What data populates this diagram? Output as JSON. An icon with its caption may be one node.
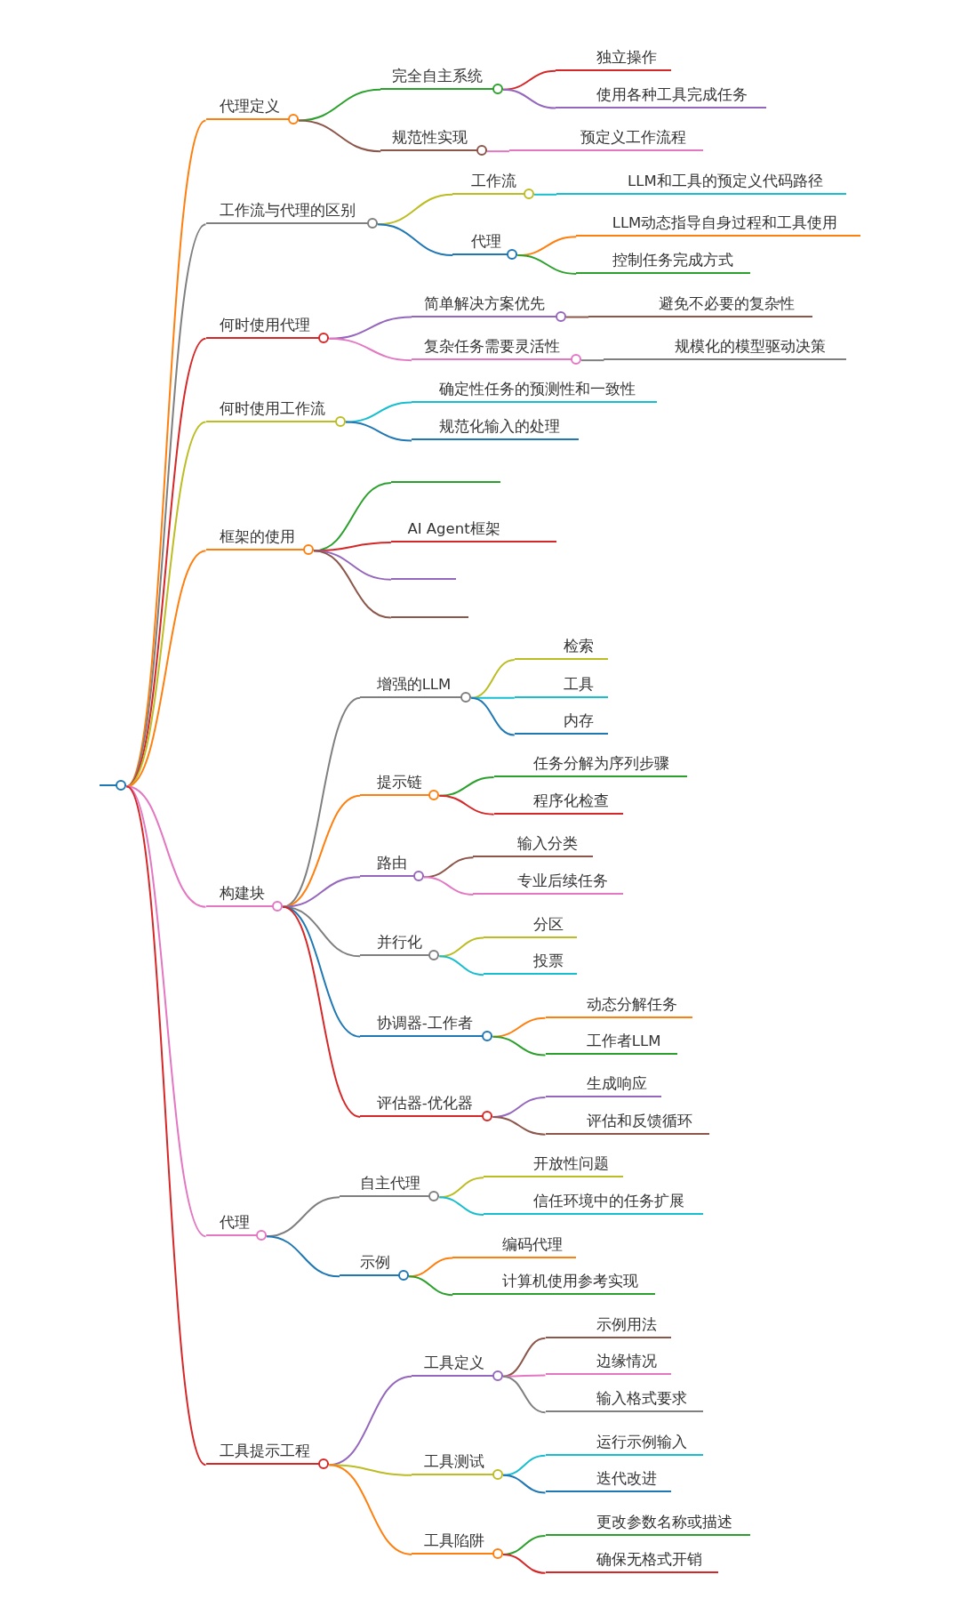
{
  "diagram": {
    "nodes": [
      {
        "text": [],
        "shape": "circle"
      },
      {
        "text": [
          "代理定义"
        ]
      },
      {
        "text": [
          "完全自主系统"
        ]
      },
      {
        "text": [
          "独立操作"
        ]
      },
      {
        "text": [
          "使用各种工具完成任务"
        ]
      },
      {
        "text": [
          "规范性实现"
        ]
      },
      {
        "text": [
          "预定义工作流程"
        ]
      },
      {
        "text": [
          "工作流与代理的区别"
        ]
      },
      {
        "text": [
          "工作流"
        ]
      },
      {
        "text": [
          "LLM和工具的预定义代码路径"
        ]
      },
      {
        "text": [
          "代理"
        ]
      },
      {
        "text": [
          "LLM动态指导自身过程和工具使用"
        ]
      },
      {
        "text": [
          "控制任务完成方式"
        ]
      },
      {
        "text": [
          "何时使用代理"
        ]
      },
      {
        "text": [
          "简单解决方案优先"
        ]
      },
      {
        "text": [
          "避免不必要的复杂性"
        ]
      },
      {
        "text": [
          "复杂任务需要灵活性"
        ]
      },
      {
        "text": [
          "规模化的模型驱动决策"
        ]
      },
      {
        "text": [
          "何时使用工作流"
        ]
      },
      {
        "text": [
          "确定性任务的预测性和一致性"
        ]
      },
      {
        "text": [
          "规范化输入的处理"
        ]
      },
      {
        "text": [
          "框架的使用"
        ]
      },
      {
        "text": [],
        "shape": "bar"
      },
      {
        "text": [
          "AI Agent框架"
        ]
      },
      {
        "text": [],
        "shape": "bar"
      },
      {
        "text": [],
        "shape": "bar"
      },
      {
        "text": [
          "构建块"
        ]
      },
      {
        "text": [
          "增强的LLM"
        ]
      },
      {
        "text": [
          "检索"
        ]
      },
      {
        "text": [
          "工具"
        ]
      },
      {
        "text": [
          "内存"
        ]
      },
      {
        "text": [
          "提示链"
        ]
      },
      {
        "text": [
          "任务分解为序列步骤"
        ]
      },
      {
        "text": [
          "程序化检查"
        ]
      },
      {
        "text": [
          "路由"
        ]
      },
      {
        "text": [
          "输入分类"
        ]
      },
      {
        "text": [
          "专业后续任务"
        ]
      },
      {
        "text": [
          "并行化"
        ]
      },
      {
        "text": [
          "分区"
        ]
      },
      {
        "text": [
          "投票"
        ]
      },
      {
        "text": [
          "协调器-工作者"
        ]
      },
      {
        "text": [
          "动态分解任务"
        ]
      },
      {
        "text": [
          "工作者LLM"
        ]
      },
      {
        "text": [
          "评估器-优化器"
        ]
      },
      {
        "text": [
          "生成响应"
        ]
      },
      {
        "text": [
          "评估和反馈循环"
        ]
      },
      {
        "text": [
          "代理"
        ]
      },
      {
        "text": [
          "自主代理"
        ]
      },
      {
        "text": [
          "开放性问题"
        ]
      },
      {
        "text": [
          "信任环境中的任务扩展"
        ]
      },
      {
        "text": [
          "示例"
        ]
      },
      {
        "text": [
          "编码代理"
        ]
      },
      {
        "text": [
          "计算机使用参考实现"
        ]
      },
      {
        "text": [
          "工具提示工程"
        ]
      },
      {
        "text": [
          "工具定义"
        ]
      },
      {
        "text": [
          "示例用法"
        ]
      },
      {
        "text": [
          "边缘情况"
        ]
      },
      {
        "text": [
          "输入格式要求"
        ]
      },
      {
        "text": [
          "工具测试"
        ]
      },
      {
        "text": [
          "运行示例输入"
        ]
      },
      {
        "text": [
          "迭代改进"
        ]
      },
      {
        "text": [
          "工具陷阱"
        ]
      },
      {
        "text": [
          "更改参数名称或描述"
        ]
      },
      {
        "text": [
          "确保无格式开销"
        ]
      }
    ],
    "edges": [
      {
        "from": 0,
        "to": 1,
        "arrow": "none",
        "color": "#ff7f0e"
      },
      {
        "from": 1,
        "to": 2,
        "arrow": "none",
        "color": "#2ca02c"
      },
      {
        "from": 2,
        "to": 3,
        "arrow": "none",
        "color": "#d62728"
      },
      {
        "from": 2,
        "to": 4,
        "arrow": "none",
        "color": "#9467bd"
      },
      {
        "from": 1,
        "to": 5,
        "arrow": "none",
        "color": "#8c564b"
      },
      {
        "from": 5,
        "to": 6,
        "arrow": "none",
        "color": "#e377c2"
      },
      {
        "from": 0,
        "to": 7,
        "arrow": "none",
        "color": "#7f7f7f"
      },
      {
        "from": 7,
        "to": 8,
        "arrow": "none",
        "color": "#bcbd22"
      },
      {
        "from": 8,
        "to": 9,
        "arrow": "none",
        "color": "#17becf"
      },
      {
        "from": 7,
        "to": 10,
        "arrow": "none",
        "color": "#1f77b4"
      },
      {
        "from": 10,
        "to": 11,
        "arrow": "none",
        "color": "#ff7f0e"
      },
      {
        "from": 10,
        "to": 12,
        "arrow": "none",
        "color": "#2ca02c"
      },
      {
        "from": 0,
        "to": 13,
        "arrow": "none",
        "color": "#d62728"
      },
      {
        "from": 13,
        "to": 14,
        "arrow": "none",
        "color": "#9467bd"
      },
      {
        "from": 14,
        "to": 15,
        "arrow": "none",
        "color": "#8c564b"
      },
      {
        "from": 13,
        "to": 16,
        "arrow": "none",
        "color": "#e377c2"
      },
      {
        "from": 16,
        "to": 17,
        "arrow": "none",
        "color": "#7f7f7f"
      },
      {
        "from": 0,
        "to": 18,
        "arrow": "none",
        "color": "#bcbd22"
      },
      {
        "from": 18,
        "to": 19,
        "arrow": "none",
        "color": "#17becf"
      },
      {
        "from": 18,
        "to": 20,
        "arrow": "none",
        "color": "#1f77b4"
      },
      {
        "from": 0,
        "to": 21,
        "arrow": "none",
        "color": "#ff7f0e"
      },
      {
        "from": 21,
        "to": 22,
        "arrow": "none",
        "color": "#2ca02c"
      },
      {
        "from": 21,
        "to": 23,
        "arrow": "none",
        "color": "#d62728"
      },
      {
        "from": 21,
        "to": 24,
        "arrow": "none",
        "color": "#9467bd"
      },
      {
        "from": 21,
        "to": 25,
        "arrow": "none",
        "color": "#8c564b"
      },
      {
        "from": 0,
        "to": 26,
        "arrow": "none",
        "color": "#e377c2"
      },
      {
        "from": 26,
        "to": 27,
        "arrow": "none",
        "color": "#7f7f7f"
      },
      {
        "from": 27,
        "to": 28,
        "arrow": "none",
        "color": "#bcbd22"
      },
      {
        "from": 27,
        "to": 29,
        "arrow": "none",
        "color": "#17becf"
      },
      {
        "from": 27,
        "to": 30,
        "arrow": "none",
        "color": "#1f77b4"
      },
      {
        "from": 26,
        "to": 31,
        "arrow": "none",
        "color": "#ff7f0e"
      },
      {
        "from": 31,
        "to": 32,
        "arrow": "none",
        "color": "#2ca02c"
      },
      {
        "from": 31,
        "to": 33,
        "arrow": "none",
        "color": "#d62728"
      },
      {
        "from": 26,
        "to": 34,
        "arrow": "none",
        "color": "#9467bd"
      },
      {
        "from": 34,
        "to": 35,
        "arrow": "none",
        "color": "#8c564b"
      },
      {
        "from": 34,
        "to": 36,
        "arrow": "none",
        "color": "#e377c2"
      },
      {
        "from": 26,
        "to": 37,
        "arrow": "none",
        "color": "#7f7f7f"
      },
      {
        "from": 37,
        "to": 38,
        "arrow": "none",
        "color": "#bcbd22"
      },
      {
        "from": 37,
        "to": 39,
        "arrow": "none",
        "color": "#17becf"
      },
      {
        "from": 26,
        "to": 40,
        "arrow": "none",
        "color": "#1f77b4"
      },
      {
        "from": 40,
        "to": 41,
        "arrow": "none",
        "color": "#ff7f0e"
      },
      {
        "from": 40,
        "to": 42,
        "arrow": "none",
        "color": "#2ca02c"
      },
      {
        "from": 26,
        "to": 43,
        "arrow": "none",
        "color": "#d62728"
      },
      {
        "from": 43,
        "to": 44,
        "arrow": "none",
        "color": "#9467bd"
      },
      {
        "from": 43,
        "to": 45,
        "arrow": "none",
        "color": "#8c564b"
      },
      {
        "from": 0,
        "to": 46,
        "arrow": "none",
        "color": "#e377c2"
      },
      {
        "from": 46,
        "to": 47,
        "arrow": "none",
        "color": "#7f7f7f"
      },
      {
        "from": 47,
        "to": 48,
        "arrow": "none",
        "color": "#bcbd22"
      },
      {
        "from": 47,
        "to": 49,
        "arrow": "none",
        "color": "#17becf"
      },
      {
        "from": 46,
        "to": 50,
        "arrow": "none",
        "color": "#1f77b4"
      },
      {
        "from": 50,
        "to": 51,
        "arrow": "none",
        "color": "#ff7f0e"
      },
      {
        "from": 50,
        "to": 52,
        "arrow": "none",
        "color": "#2ca02c"
      },
      {
        "from": 0,
        "to": 53,
        "arrow": "none",
        "color": "#d62728"
      },
      {
        "from": 53,
        "to": 54,
        "arrow": "none",
        "color": "#9467bd"
      },
      {
        "from": 54,
        "to": 55,
        "arrow": "none",
        "color": "#8c564b"
      },
      {
        "from": 54,
        "to": 56,
        "arrow": "none",
        "color": "#e377c2"
      },
      {
        "from": 54,
        "to": 57,
        "arrow": "none",
        "color": "#7f7f7f"
      },
      {
        "from": 53,
        "to": 58,
        "arrow": "none",
        "color": "#bcbd22"
      },
      {
        "from": 58,
        "to": 59,
        "arrow": "none",
        "color": "#17becf"
      },
      {
        "from": 58,
        "to": 60,
        "arrow": "none",
        "color": "#1f77b4"
      },
      {
        "from": 53,
        "to": 61,
        "arrow": "none",
        "color": "#ff7f0e"
      },
      {
        "from": 61,
        "to": 62,
        "arrow": "none",
        "color": "#2ca02c"
      },
      {
        "from": 61,
        "to": 63,
        "arrow": "none",
        "color": "#d62728"
      }
    ]
  }
}
